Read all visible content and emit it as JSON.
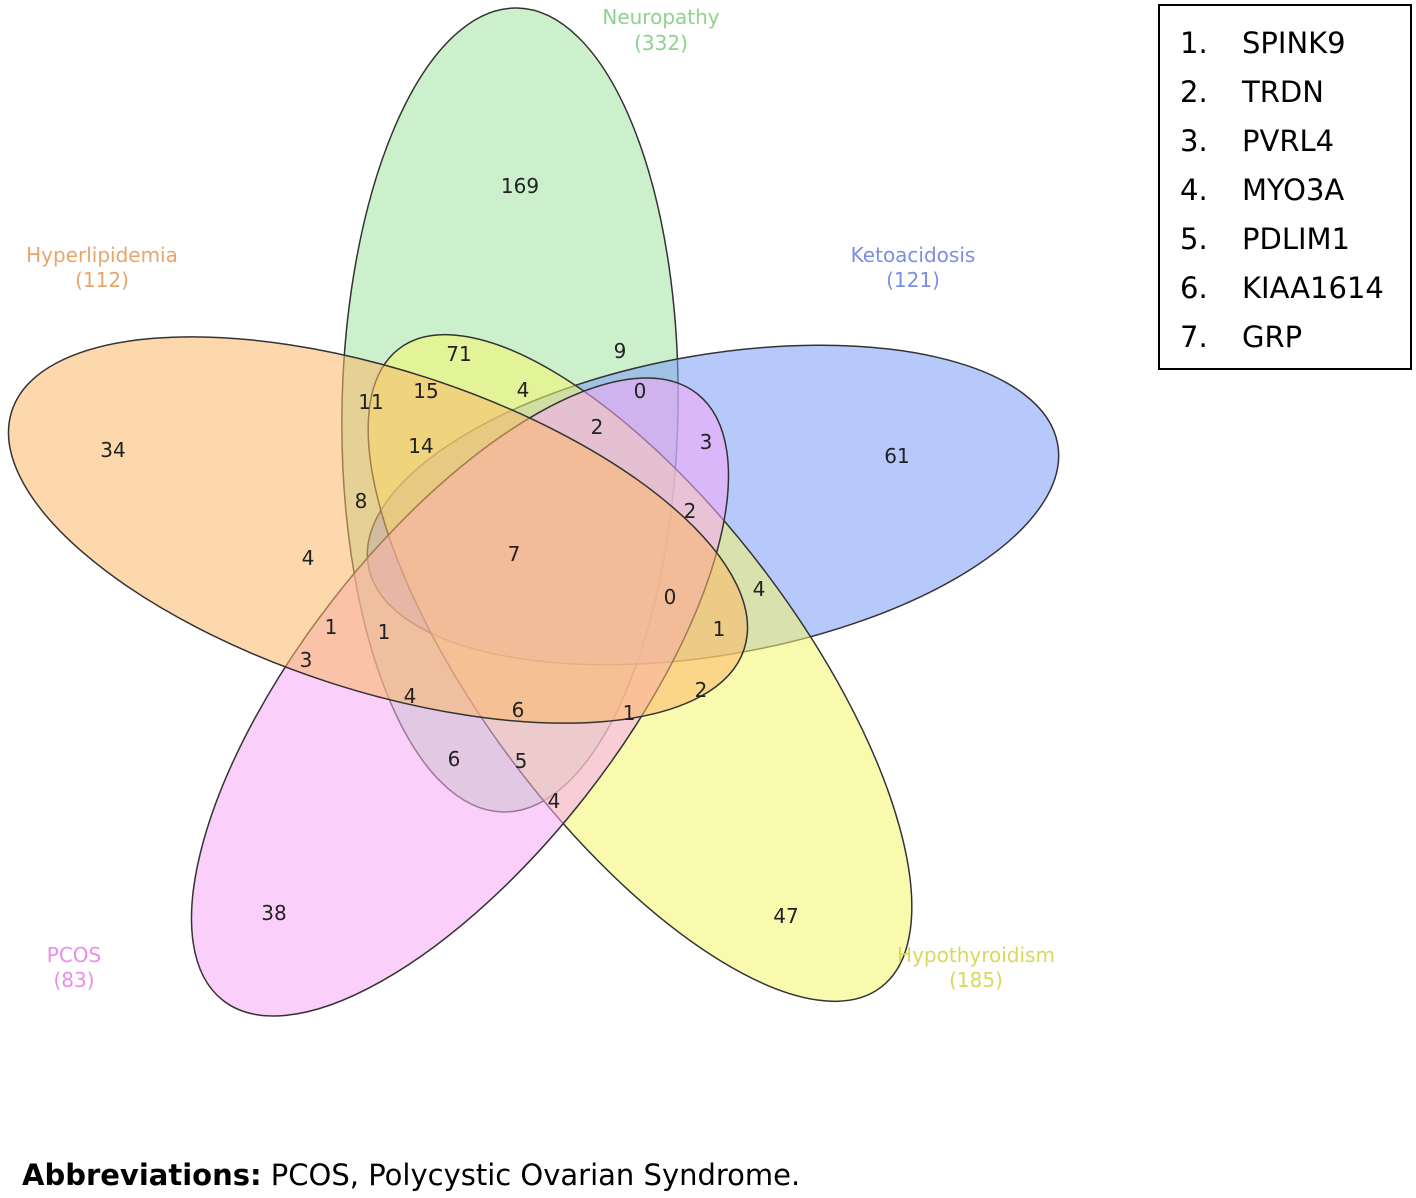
{
  "sets": [
    {
      "key": "neuropathy",
      "name": "Neuropathy",
      "count": "(332)",
      "fill": "#a3e4a3",
      "label_color": "#8fd18f"
    },
    {
      "key": "ketoacidosis",
      "name": "Ketoacidosis",
      "count": "(121)",
      "fill": "#7b9cf7",
      "label_color": "#7b8ee6"
    },
    {
      "key": "hypothyroidism",
      "name": "Hypothyroidism",
      "count": "(185)",
      "fill": "#f5f56e",
      "label_color": "#d8d85a"
    },
    {
      "key": "pcos",
      "name": "PCOS",
      "count": "(83)",
      "fill": "#f5a8f5",
      "label_color": "#e88ee8"
    },
    {
      "key": "hyperlipidemia",
      "name": "Hyperlipidemia",
      "count": "(112)",
      "fill": "#fbb867",
      "label_color": "#e8a56a"
    }
  ],
  "regions": [
    "169",
    "9",
    "0",
    "3",
    "71",
    "4",
    "2",
    "61",
    "11",
    "15",
    "14",
    "2",
    "34",
    "8",
    "4",
    "7",
    "0",
    "4",
    "1",
    "1",
    "1",
    "3",
    "4",
    "6",
    "1",
    "2",
    "6",
    "5",
    "4",
    "38",
    "47"
  ],
  "gene_list": {
    "items": [
      {
        "num": "1.",
        "gene": "SPINK9"
      },
      {
        "num": "2.",
        "gene": "TRDN"
      },
      {
        "num": "3.",
        "gene": "PVRL4"
      },
      {
        "num": "4.",
        "gene": "MYO3A"
      },
      {
        "num": "5.",
        "gene": "PDLIM1"
      },
      {
        "num": "6.",
        "gene": "KIAA1614"
      },
      {
        "num": "7.",
        "gene": "GRP"
      }
    ]
  },
  "footnote": {
    "label": "Abbreviations:",
    "text": " PCOS, Polycystic Ovarian Syndrome."
  }
}
